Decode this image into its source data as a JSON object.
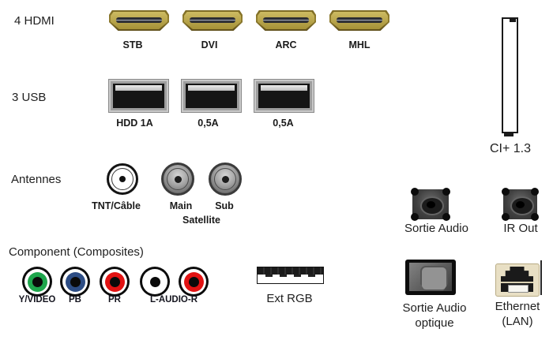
{
  "palette": {
    "background": "#ffffff",
    "hdmi_gold": "#a8923a",
    "usb_frame": "#9e9e9e",
    "ethernet_beige": "#e8dfc4",
    "text": "#1f1f1f"
  },
  "sections": {
    "hdmi": {
      "label": "4 HDMI",
      "ports": [
        {
          "label": "STB"
        },
        {
          "label": "DVI"
        },
        {
          "label": "ARC"
        },
        {
          "label": "MHL"
        }
      ]
    },
    "usb": {
      "label": "3 USB",
      "ports": [
        {
          "label": "HDD 1A"
        },
        {
          "label": "0,5A"
        },
        {
          "label": "0,5A"
        }
      ]
    },
    "antennas": {
      "label": "Antennes",
      "ports": [
        {
          "label": "TNT/Câble",
          "type": "rf"
        },
        {
          "label": "Main",
          "type": "satellite"
        },
        {
          "label": "Sub",
          "type": "satellite"
        }
      ],
      "satellite_label": "Satellite"
    },
    "component": {
      "label": "Component (Composites)",
      "jacks": [
        {
          "label": "Y/VIDEO",
          "color": "#1ea64c"
        },
        {
          "label": "PB",
          "color": "#2d4d85"
        },
        {
          "label": "PR",
          "color": "#e21313"
        },
        {
          "label": "L-AUDIO-R",
          "color": "#ffffff"
        },
        {
          "label": "",
          "color": "#e21313"
        }
      ]
    },
    "ext_rgb": {
      "label": "Ext RGB"
    },
    "ci": {
      "label": "CI+ 1.3"
    },
    "audio_out": {
      "label": "Sortie Audio"
    },
    "ir_out": {
      "label": "IR Out"
    },
    "optical": {
      "label_line1": "Sortie Audio",
      "label_line2": "optique"
    },
    "ethernet": {
      "label_line1": "Ethernet",
      "label_line2": "(LAN)"
    }
  }
}
